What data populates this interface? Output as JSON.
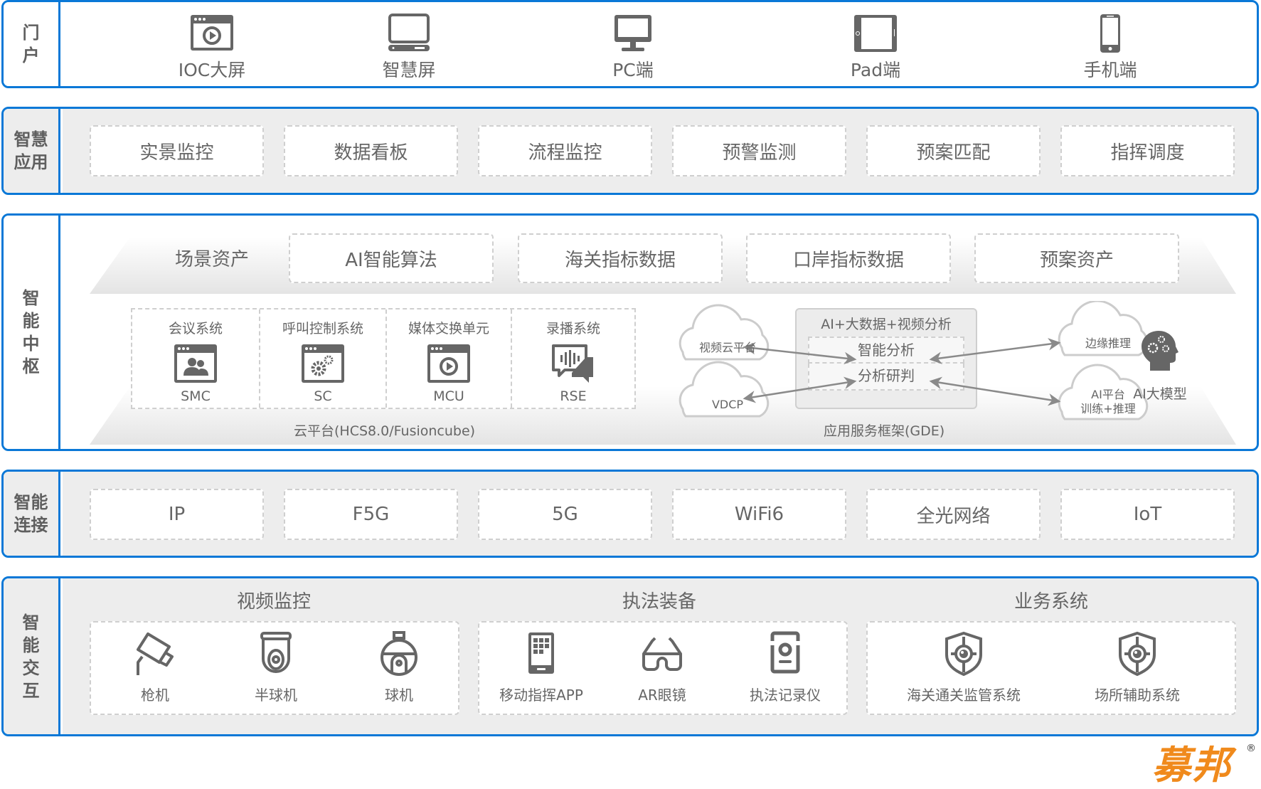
{
  "colors": {
    "border": "#0a78d7",
    "icon": "#666666",
    "logo": "#f08a1c",
    "panel": "#ededed"
  },
  "portal": {
    "label": "门户",
    "items": [
      {
        "label": "IOC大屏",
        "icon": "video-window-icon"
      },
      {
        "label": "智慧屏",
        "icon": "monitor-icon"
      },
      {
        "label": "PC端",
        "icon": "pc-icon"
      },
      {
        "label": "Pad端",
        "icon": "tablet-icon"
      },
      {
        "label": "手机端",
        "icon": "phone-icon"
      }
    ]
  },
  "apps": {
    "label": "智慧应用",
    "items": [
      "实景监控",
      "数据看板",
      "流程监控",
      "预警监测",
      "预案匹配",
      "指挥调度"
    ]
  },
  "hub": {
    "label": "智能中枢",
    "assets": [
      "场景资产",
      "AI智能算法",
      "海关指标数据",
      "口岸指标数据",
      "预案资产"
    ],
    "systems": [
      {
        "name": "会议系统",
        "code": "SMC",
        "icon": "users-window-icon"
      },
      {
        "name": "呼叫控制系统",
        "code": "SC",
        "icon": "gears-window-icon"
      },
      {
        "name": "媒体交换单元",
        "code": "MCU",
        "icon": "play-window-icon"
      },
      {
        "name": "录播系统",
        "code": "RSE",
        "icon": "chat-audio-icon"
      }
    ],
    "cloud_platform": "云平台(HCS8.0/Fusioncube)",
    "ai": {
      "title": "AI+大数据+视频分析",
      "rows": [
        "智能分析",
        "分析研判"
      ],
      "clouds": {
        "video_cloud": "视频云平台",
        "vdcp": "VDCP",
        "edge": "边缘推理",
        "ai_platform_line1": "AI平台",
        "ai_platform_line2": "训练+推理"
      },
      "model": "AI大模型"
    },
    "gde": "应用服务框架(GDE)"
  },
  "conn": {
    "label": "智能连接",
    "items": [
      "IP",
      "F5G",
      "5G",
      "WiFi6",
      "全光网络",
      "IoT"
    ]
  },
  "interact": {
    "label": "智能交互",
    "groups": [
      {
        "title": "视频监控",
        "devices": [
          {
            "label": "枪机",
            "icon": "bullet-camera-icon"
          },
          {
            "label": "半球机",
            "icon": "dome-camera-icon"
          },
          {
            "label": "球机",
            "icon": "ptz-camera-icon"
          }
        ]
      },
      {
        "title": "执法装备",
        "devices": [
          {
            "label": "移动指挥APP",
            "icon": "mobile-app-icon"
          },
          {
            "label": "AR眼镜",
            "icon": "ar-glasses-icon"
          },
          {
            "label": "执法记录仪",
            "icon": "body-camera-icon"
          }
        ]
      },
      {
        "title": "业务系统",
        "devices": [
          {
            "label": "海关通关监管系统",
            "icon": "shield-eye-icon"
          },
          {
            "label": "场所辅助系统",
            "icon": "shield-eye-icon"
          }
        ]
      }
    ]
  },
  "logo": {
    "text": "募邦",
    "mark": "®"
  }
}
